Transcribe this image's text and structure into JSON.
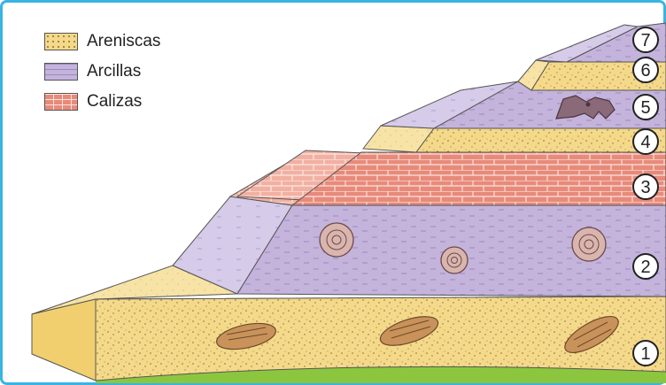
{
  "frame_color": "#39b4e3",
  "legend": [
    {
      "label": "Areniscas",
      "rock": "sandstone",
      "color": "#f4d98a"
    },
    {
      "label": "Arcillas",
      "rock": "clay",
      "color": "#c4b4dc"
    },
    {
      "label": "Calizas",
      "rock": "limestone",
      "color": "#e88a7a"
    }
  ],
  "layers": [
    {
      "number": "1",
      "rock": "sandstone",
      "fossil": "trilobite-icon"
    },
    {
      "number": "2",
      "rock": "clay",
      "fossil": "ammonite-icon"
    },
    {
      "number": "3",
      "rock": "limestone",
      "fossil": ""
    },
    {
      "number": "4",
      "rock": "sandstone",
      "fossil": ""
    },
    {
      "number": "5",
      "rock": "clay",
      "fossil": "mammal-skull-icon"
    },
    {
      "number": "6",
      "rock": "sandstone",
      "fossil": ""
    },
    {
      "number": "7",
      "rock": "clay",
      "fossil": ""
    }
  ]
}
